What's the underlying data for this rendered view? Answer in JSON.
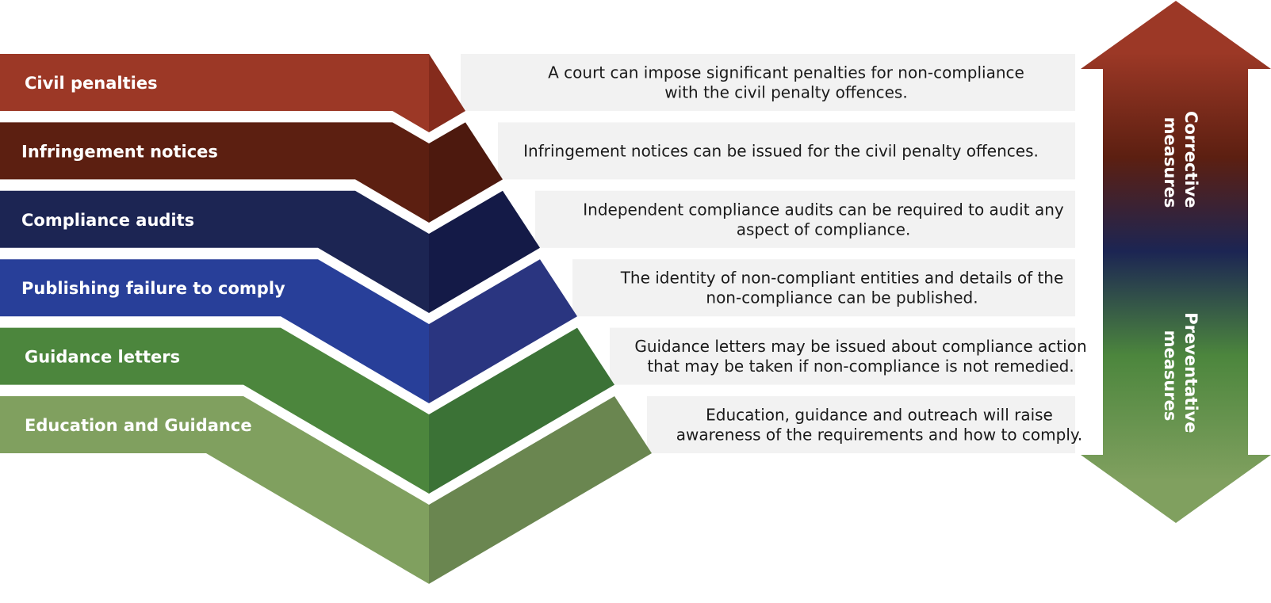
{
  "diagram": {
    "title": "Compliance and enforcement pyramid",
    "levels": [
      {
        "label": "Civil penalties",
        "description": [
          "A court can impose significant penalties for non-compliance",
          "with the civil penalty offences."
        ],
        "color": "#9C3826",
        "side_color": "#852B1C"
      },
      {
        "label": "Infringement notices",
        "description": [
          "Infringement notices can be issued for the civil penalty offences."
        ],
        "color": "#5C1F11",
        "side_color": "#4D190E"
      },
      {
        "label": "Compliance audits",
        "description": [
          "Independent compliance audits can be required to audit any",
          "aspect of compliance."
        ],
        "color": "#1C2553",
        "side_color": "#141A47"
      },
      {
        "label": "Publishing failure to comply",
        "description": [
          "The identity of non-compliant entities and details of the",
          "non-compliance can be published."
        ],
        "color": "#283F99",
        "side_color": "#2A3580"
      },
      {
        "label": "Guidance letters",
        "description": [
          "Guidance letters may be issued about compliance action",
          "that may be taken if non-compliance is not remedied."
        ],
        "color": "#4C863D",
        "side_color": "#3B7236"
      },
      {
        "label": "Education and Guidance",
        "description": [
          "Education, guidance and outreach will raise",
          "awareness of the requirements and how to comply."
        ],
        "color": "#80A05F",
        "side_color": "#6A8650"
      }
    ],
    "description_bg": "#F2F2F2",
    "arrow": {
      "top_label": [
        "Corrective",
        "measures"
      ],
      "bottom_label": [
        "Preventative",
        "measures"
      ],
      "gradient": [
        "#9C3826",
        "#5C1F11",
        "#1C2553",
        "#4C863D",
        "#80A05F"
      ]
    }
  }
}
